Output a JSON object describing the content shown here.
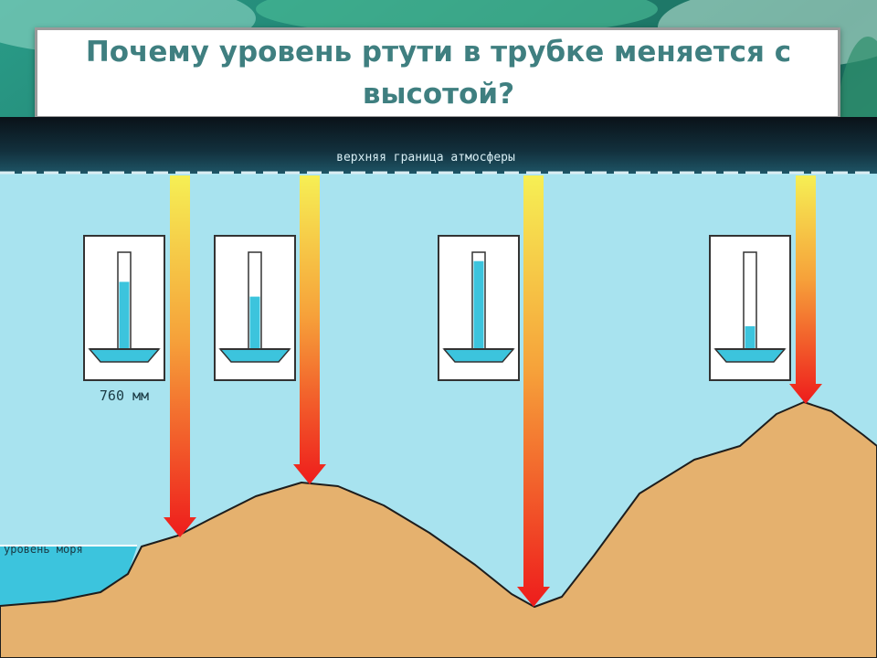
{
  "slide": {
    "title": "Почему уровень ртути в трубке меняется с высотой?"
  },
  "diagram": {
    "atmosphere_boundary_label": "верхняя граница атмосферы",
    "sea_level_label": "уровень моря",
    "sea_level_pressure_label": "760 мм",
    "colors": {
      "sky": "#a8e3ef",
      "ground": "#e5b16e",
      "mercury": "#3cc4dd",
      "arrow_top": "#f6ef54",
      "arrow_bottom": "#ee1c1c",
      "band_dark": "#0b1820"
    },
    "barometers": [
      {
        "id": "sea-level",
        "mercury_fill": 0.7
      },
      {
        "id": "hill",
        "mercury_fill": 0.55
      },
      {
        "id": "valley",
        "mercury_fill": 0.91
      },
      {
        "id": "mountain",
        "mercury_fill": 0.25
      }
    ]
  }
}
